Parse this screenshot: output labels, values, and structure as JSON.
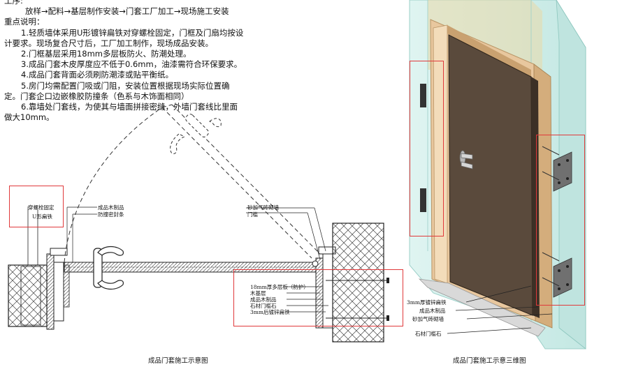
{
  "notes": {
    "line0": "工序:",
    "process": "放样→配料→基层制作安装→门套工厂加工→现场施工安装",
    "heading": "重点说明：",
    "p1a": "1.轻质墙体采用U形镀锌扁铁对穿螺栓固定，门框及门扇均按设",
    "p1b": "计要求。现场复合尺寸后，工厂加工制作，现场成品安装。",
    "p2": "2.门框基层采用18mm多层板防火、防潮处理。",
    "p3": "3.成品门套木皮厚度应不低于0.6mm，油漆需符合环保要求。",
    "p4": "4.成品门套背面必须刷防潮漆或贴平衡纸。",
    "p5a": "5.房门均需配置门吸或门阻，安装位置根据现场实际位置确",
    "p5b": "定。门套企口边嵌橡胶防撞条（色系与木饰面相同）",
    "p6a": "6.靠墙处门套线，为使其与墙面拼接密缝，外墙门套线比里面",
    "p6b": "做大10mm。"
  },
  "plan": {
    "label_bolt": "穿螺栓固定",
    "label_u_iron": "U形扁铁",
    "label_wood_product": "成品木制品",
    "label_seal": "防撞密封条",
    "label_block_wall": "砂加气砖砌墙",
    "label_sill": "门槛",
    "label_ply": "18mm厚多层板（防护）",
    "label_base": "木基层",
    "label_wood_product2": "成品木制品",
    "label_stone": "石材门槛石",
    "label_galv": "3mm后镀锌扁铁",
    "caption": "成品门套施工示意图"
  },
  "view3d": {
    "label_galv": "3mm厚镀锌扁铁",
    "label_wood_product": "成品木制品",
    "label_block_wall": "砂加气砖砌墙",
    "label_stone": "石材门槛石",
    "caption": "成品门套施工示意三维图"
  },
  "colors": {
    "highlight_red": "#e0393b",
    "door_leaf": "#5a4a3c",
    "wood_frame": "#e8c79e",
    "glass_wall": "#cfeeea"
  }
}
